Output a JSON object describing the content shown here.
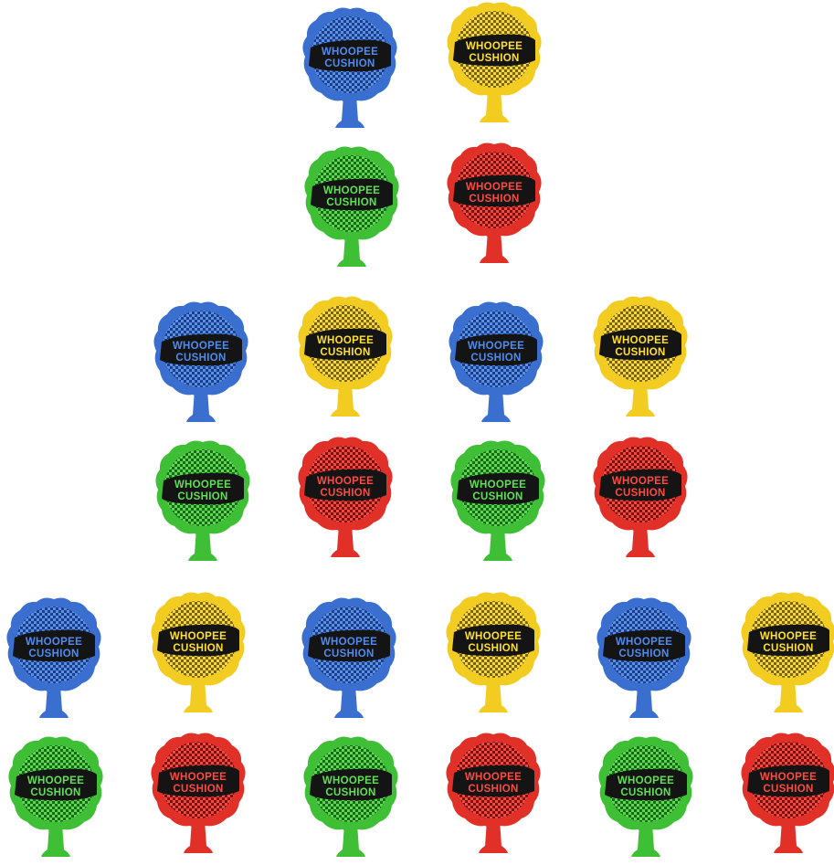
{
  "product": {
    "label_line1": "WHOOPEE",
    "label_line2": "CUSHION"
  },
  "colors": {
    "blue": {
      "body": "#3a6fd0",
      "dark": "#1c3f8a",
      "text": "#4f8cf0",
      "checker_light": "#5a8fe6"
    },
    "yellow": {
      "body": "#f2cc20",
      "dark": "#7a6300",
      "text": "#ffe02a",
      "checker_light": "#f5d840"
    },
    "green": {
      "body": "#3fbf35",
      "dark": "#156b12",
      "text": "#5fe055",
      "checker_light": "#5fd455"
    },
    "red": {
      "body": "#e03028",
      "dark": "#7a0f0c",
      "text": "#ff4a40",
      "checker_light": "#f04a40"
    }
  },
  "groups": [
    {
      "name": "group-top",
      "sets": 1
    },
    {
      "name": "group-middle",
      "sets": 2
    },
    {
      "name": "group-bottom",
      "sets": 3
    }
  ],
  "total_cushions": 24
}
